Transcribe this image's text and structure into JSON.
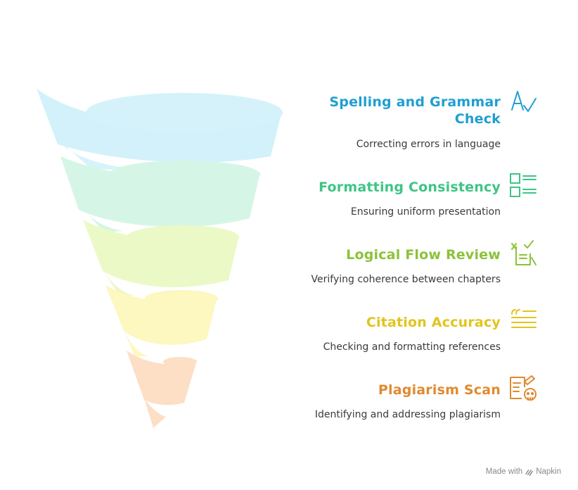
{
  "steps": [
    {
      "title": "Spelling and Grammar Check",
      "description": "Correcting errors in language",
      "color": "#1f9fd1",
      "icon": "spellcheck-icon"
    },
    {
      "title": "Formatting Consistency",
      "description": "Ensuring uniform presentation",
      "color": "#3ec585",
      "icon": "checklist-icon"
    },
    {
      "title": "Logical Flow Review",
      "description": "Verifying coherence between chapters",
      "color": "#8cc23a",
      "icon": "document-review-icon"
    },
    {
      "title": "Citation Accuracy",
      "description": "Checking and formatting references",
      "color": "#e2c41d",
      "icon": "quote-icon"
    },
    {
      "title": "Plagiarism Scan",
      "description": "Identifying and addressing plagiarism",
      "color": "#e08a30",
      "icon": "plagiarism-icon"
    }
  ],
  "layer_colors": [
    "#d3f1fb",
    "#d5f6e6",
    "#ebf9c7",
    "#fdf7c0",
    "#fddfc6"
  ],
  "footer": {
    "made_with": "Made with",
    "brand": "Napkin"
  }
}
